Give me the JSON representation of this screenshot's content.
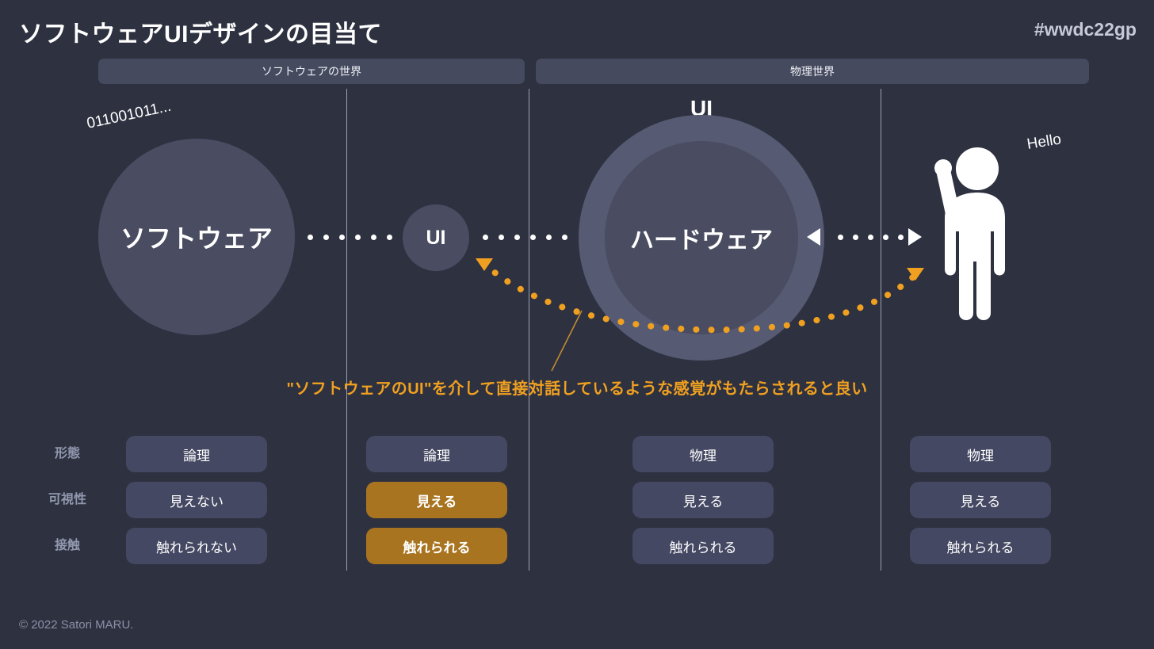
{
  "header": {
    "title": "ソフトウェアUIデザインの目当て",
    "hashtag": "#wwdc22gp"
  },
  "world_bars": [
    {
      "label": "ソフトウェアの世界"
    },
    {
      "label": "物理世界"
    }
  ],
  "diagram": {
    "binary_text": "011001011...",
    "hello_text": "Hello",
    "software_circle_label": "ソフトウェア",
    "ui_circle_label": "UI",
    "hardware_ring_label": "UI",
    "hardware_circle_label": "ハードウェア",
    "person_label": "person-figure"
  },
  "caption": "\"ソフトウェアのUI\"を介して直接対話しているような感覚がもたらされると良い",
  "attributes": {
    "rows": [
      {
        "label": "形態",
        "cells": [
          {
            "text": "論理",
            "highlight": false
          },
          {
            "text": "論理",
            "highlight": false
          },
          {
            "text": "物理",
            "highlight": false
          },
          {
            "text": "物理",
            "highlight": false
          }
        ]
      },
      {
        "label": "可視性",
        "cells": [
          {
            "text": "見えない",
            "highlight": false
          },
          {
            "text": "見える",
            "highlight": true
          },
          {
            "text": "見える",
            "highlight": false
          },
          {
            "text": "見える",
            "highlight": false
          }
        ]
      },
      {
        "label": "接触",
        "cells": [
          {
            "text": "触れられない",
            "highlight": false
          },
          {
            "text": "触れられる",
            "highlight": true
          },
          {
            "text": "触れられる",
            "highlight": false
          },
          {
            "text": "触れられる",
            "highlight": false
          }
        ]
      }
    ]
  },
  "footer": {
    "copyright": "© 2022 Satori MARU."
  },
  "colors": {
    "background": "#2e3140",
    "circle_fill": "#4a4c61",
    "ring_fill": "#565a72",
    "bar_fill": "#454a5e",
    "pill_fill": "#444862",
    "accent_orange": "#f0a020",
    "highlight_pill": "#a97420",
    "divider": "#9aa0b4",
    "muted_text": "#9298ae"
  }
}
